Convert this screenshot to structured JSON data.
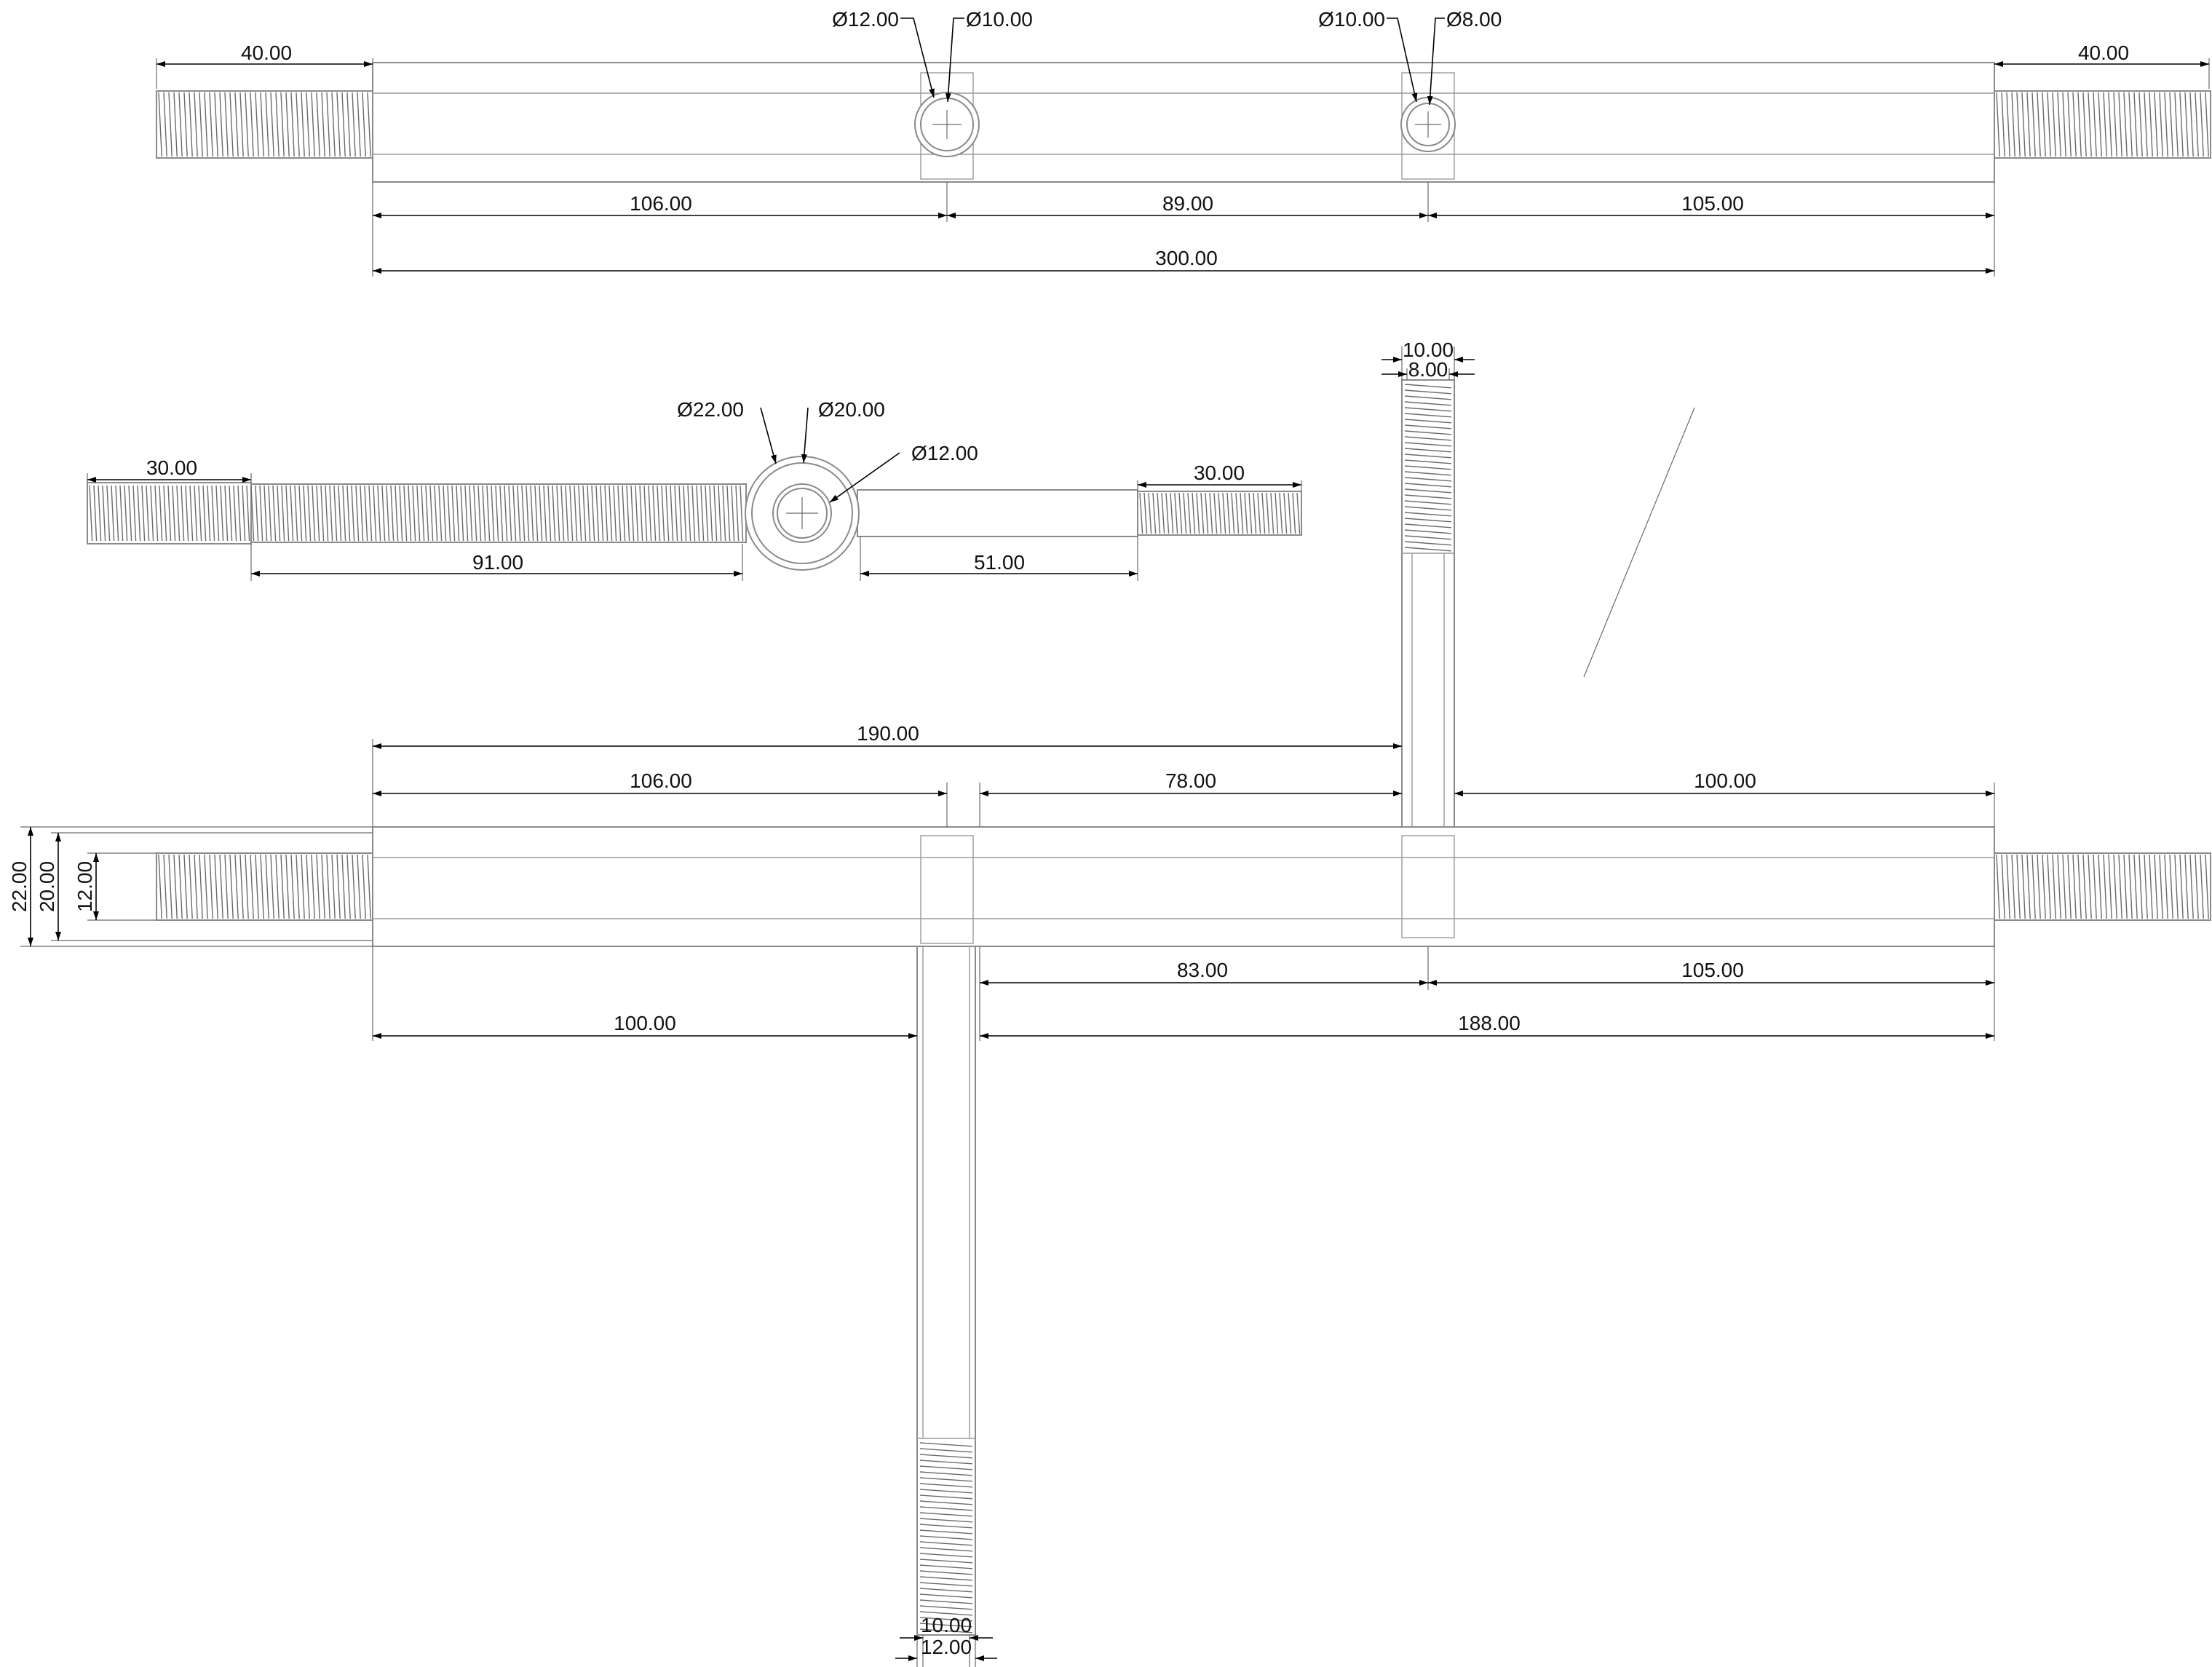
{
  "top_view": {
    "left_thread_len": "40.00",
    "right_thread_len": "40.00",
    "hole1_outer_dia": "Ø12.00",
    "hole1_inner_dia": "Ø10.00",
    "hole2_outer_dia": "Ø10.00",
    "hole2_inner_dia": "Ø8.00",
    "seg1": "106.00",
    "seg2": "89.00",
    "seg3": "105.00",
    "total": "300.00"
  },
  "section_view": {
    "left_thread_len": "30.00",
    "right_thread_len": "30.00",
    "left_body_len": "91.00",
    "right_body_len": "51.00",
    "outer_dia": "Ø22.00",
    "mid_dia": "Ø20.00",
    "inner_dia": "Ø12.00"
  },
  "front_view": {
    "vert_top_outer": "10.00",
    "vert_top_inner": "8.00",
    "span_190": "190.00",
    "span_106": "106.00",
    "span_78": "78.00",
    "span_100_right": "100.00",
    "height_22": "22.00",
    "height_20": "20.00",
    "height_12": "12.00",
    "span_83": "83.00",
    "span_105": "105.00",
    "span_100_left": "100.00",
    "span_188": "188.00",
    "vert_bottom_inner": "10.00",
    "vert_bottom_outer": "12.00"
  }
}
